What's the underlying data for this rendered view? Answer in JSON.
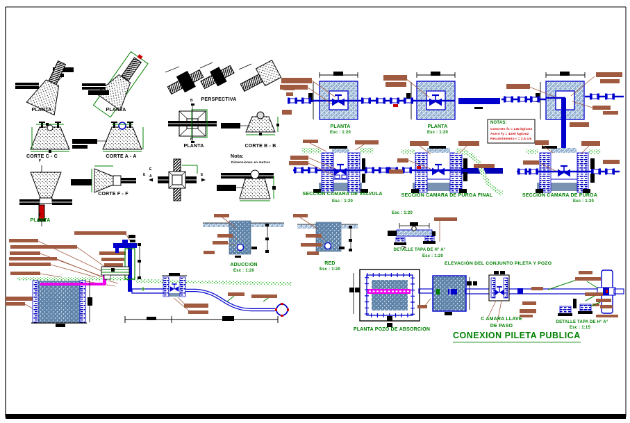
{
  "palette": {
    "pipe_blue": "#0000CC",
    "label_green": "#008000",
    "note_red": "#CC0000",
    "leader_brown": "#A05A40",
    "magenta": "#EE00EE",
    "fill_blue": "#5E83A9",
    "ground_green": "#00A400"
  },
  "views": {
    "top_left": {
      "planta": "PLANTA",
      "corte_cc": "CORTE C - C",
      "corte_aa": "CORTE A - A",
      "perspectiva": "PERSPECTIVA",
      "corte_bb": "CORTE B - B",
      "corte_ff": "CORTE F - F",
      "nota_title": "Nota:",
      "nota_body": "Dimensiones en metros"
    },
    "markers": {
      "b": "B",
      "e": "E",
      "f": "F",
      "a": "A"
    },
    "top_right": {
      "planta": "PLANTA",
      "esc": "Esc : 1:20",
      "notas_title": "NOTAS:",
      "notas_lines": [
        "Concreto  fc = 140 kg/cm2",
        "Acero  fy = 4200 kg/cm2",
        "Recubrimiento  r = 2.5 cm"
      ]
    },
    "sections": {
      "valvula": "SECCION CAMARA DE VALVULA",
      "purga_final": "SECCION CAMARA DE PURGA FINAL",
      "purga": "SECCION CAMARA DE PURGA",
      "esc": "Esc : 1:20"
    },
    "details": {
      "aduccion": "ADUCCION",
      "red": "RED",
      "tapa": "DETALLE TAPA DE H° A°",
      "esc20": "Esc : 1:20",
      "esc15": "Esc : 1:15"
    },
    "bottom": {
      "elevacion": "ELEVACIÓN DEL CONJUNTO PILETA Y POZO",
      "planta_pozo": "PLANTA POZO DE ABSORCION",
      "camara_llave_l1": "C AMARA LLAVE",
      "camara_llave_l2": "DE PASO",
      "title": "CONEXION PILETA PUBLICA"
    }
  }
}
